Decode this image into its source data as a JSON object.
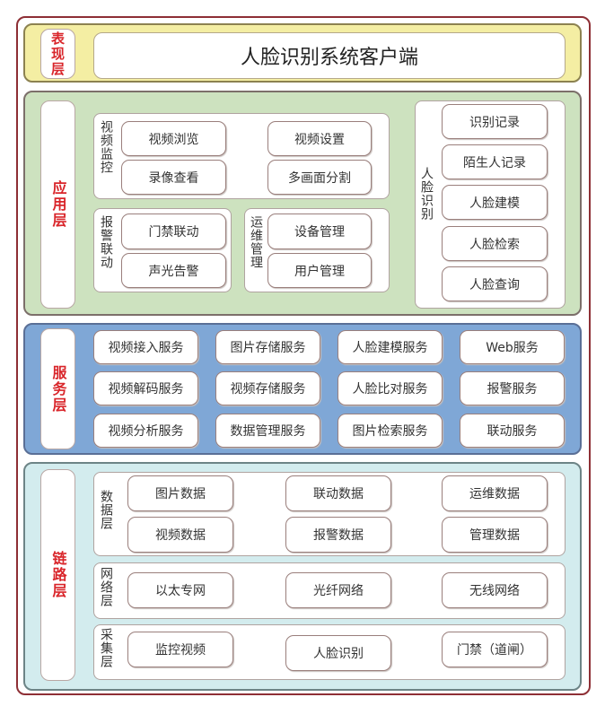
{
  "colors": {
    "presentation": "#f4eea3",
    "application": "#cde2bf",
    "service": "#7fa7d6",
    "link": "#d3ecee",
    "label_text": "#d9262b"
  },
  "presentation": {
    "label": "表现层",
    "title": "人脸识别系统客户端"
  },
  "application": {
    "label": "应用层",
    "video": {
      "label": "视频监控",
      "items": [
        "视频浏览",
        "视频设置",
        "录像查看",
        "多画面分割"
      ]
    },
    "alarm": {
      "label": "报警联动",
      "items": [
        "门禁联动",
        "声光告警"
      ]
    },
    "ops": {
      "label": "运维管理",
      "items": [
        "设备管理",
        "用户管理"
      ]
    },
    "face": {
      "label": "人脸识别",
      "items": [
        "识别记录",
        "陌生人记录",
        "人脸建模",
        "人脸检索",
        "人脸查询"
      ]
    }
  },
  "service": {
    "label": "服务层",
    "items": [
      "视频接入服务",
      "图片存储服务",
      "人脸建模服务",
      "Web服务",
      "视频解码服务",
      "视频存储服务",
      "人脸比对服务",
      "报警服务",
      "视频分析服务",
      "数据管理服务",
      "图片检索服务",
      "联动服务"
    ]
  },
  "link": {
    "label": "链路层",
    "data": {
      "label": "数据层",
      "items": [
        "图片数据",
        "联动数据",
        "运维数据",
        "视频数据",
        "报警数据",
        "管理数据"
      ]
    },
    "network": {
      "label": "网络层",
      "items": [
        "以太专网",
        "光纤网络",
        "无线网络"
      ]
    },
    "collect": {
      "label": "采集层",
      "items": [
        "监控视频",
        "人脸识别",
        "门禁（道闸）"
      ]
    }
  }
}
